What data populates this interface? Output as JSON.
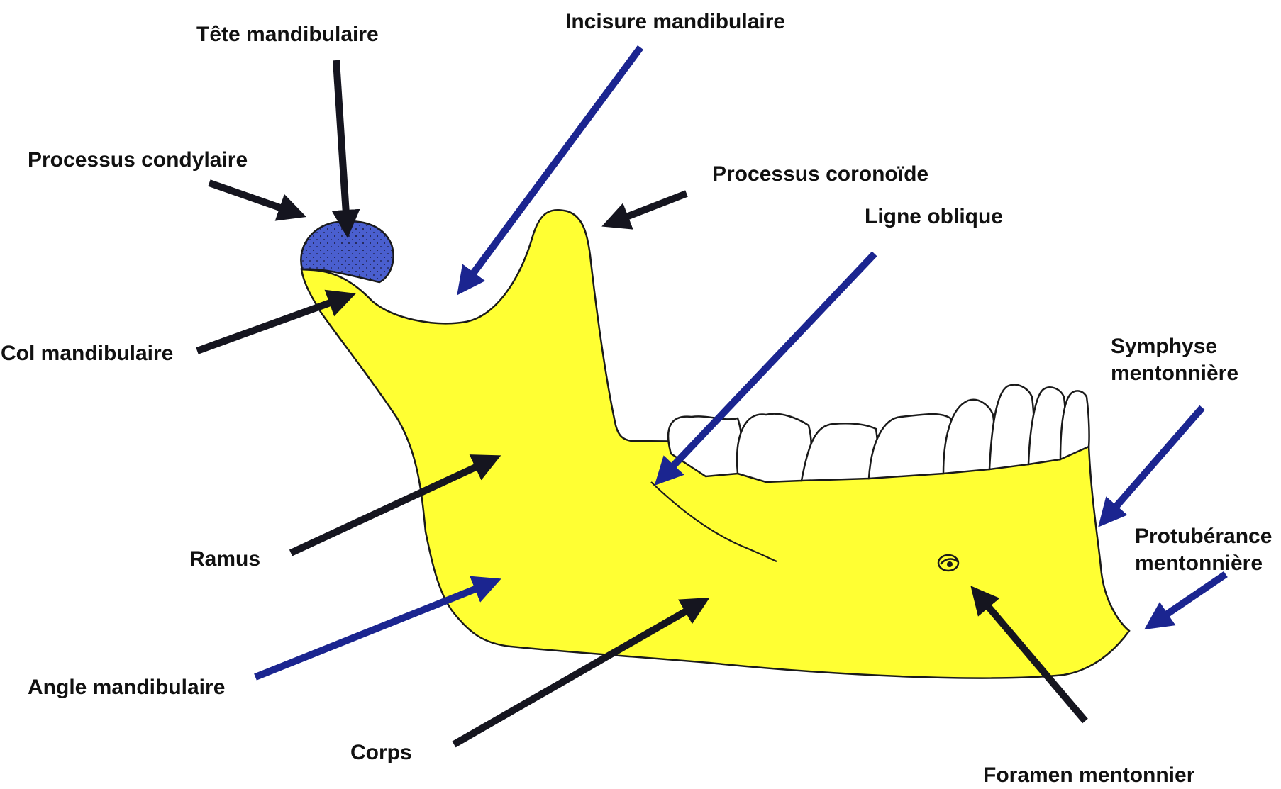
{
  "labels": {
    "tete_mandibulaire": "Tête mandibulaire",
    "incisure_mandibulaire": "Incisure mandibulaire",
    "processus_condylaire": "Processus condylaire",
    "processus_coronoide": "Processus coronoïde",
    "ligne_oblique": "Ligne oblique",
    "col_mandibulaire": "Col mandibulaire",
    "symphyse_mentonniere": "Symphyse mentonnière",
    "protuberance_mentonniere": "Protubérance mentonnière",
    "ramus": "Ramus",
    "angle_mandibulaire": "Angle mandibulaire",
    "corps": "Corps",
    "foramen_mentonnier": "Foramen mentonnier"
  },
  "colors": {
    "bone": "#ffff33",
    "condyle_head": "#4a5fcf",
    "outline": "#1a1a1a",
    "arrow_black": "#15151f",
    "arrow_blue": "#1b2590",
    "teeth": "#ffffff"
  }
}
